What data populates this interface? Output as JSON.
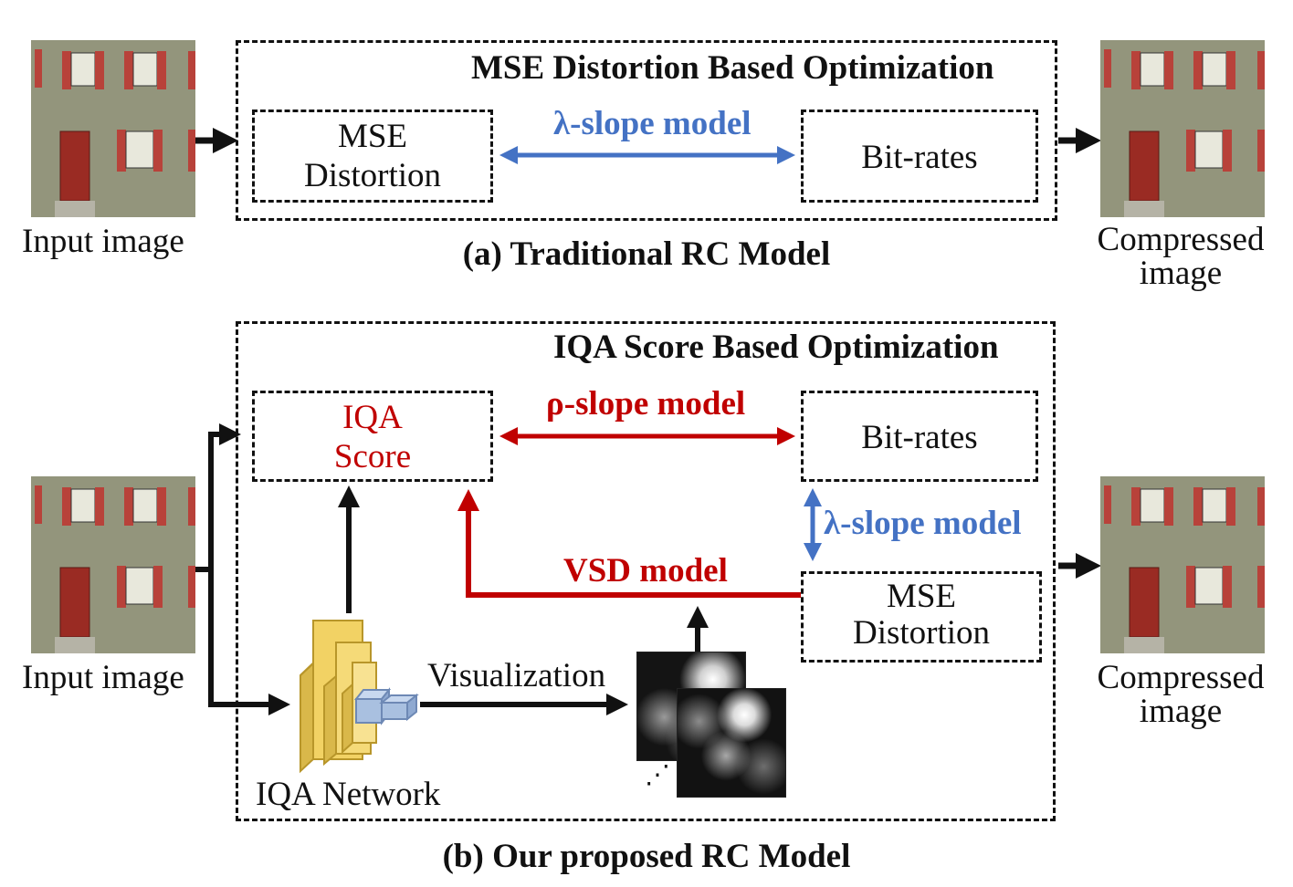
{
  "colors": {
    "blue": "#4472c4",
    "red": "#c00000",
    "network_yellow": "#f2d264",
    "network_blue": "#a9c0e0"
  },
  "top": {
    "input_label": "Input image",
    "output_label_line1": "Compressed",
    "output_label_line2": "image",
    "frame_title": "MSE Distortion Based Optimization",
    "mse_line1": "MSE",
    "mse_line2": "Distortion",
    "lambda_label": "λ-slope model",
    "bitrates_label": "Bit-rates",
    "caption": "(a) Traditional RC Model"
  },
  "bottom": {
    "input_label": "Input image",
    "output_label_line1": "Compressed",
    "output_label_line2": "image",
    "frame_title": "IQA Score Based Optimization",
    "iqa_line1": "IQA",
    "iqa_line2": "Score",
    "rho_label": "ρ-slope model",
    "bitrates_label": "Bit-rates",
    "lambda_label": "λ-slope model",
    "vsd_label": "VSD model",
    "mse_line1": "MSE",
    "mse_line2": "Distortion",
    "visualization_label": "Visualization",
    "network_label": "IQA Network",
    "ellipsis": "⋰",
    "caption": "(b) Our proposed RC Model"
  }
}
